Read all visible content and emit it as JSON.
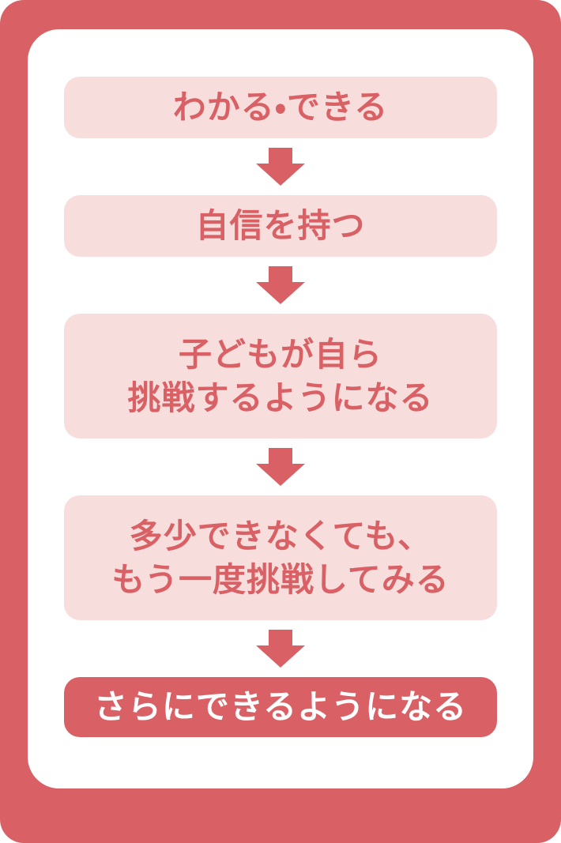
{
  "colors": {
    "accent": "#D96165",
    "step_bg": "#F7DEDD",
    "step_text": "#D96165",
    "final_text": "#FFFFFF"
  },
  "flow": {
    "steps": [
      {
        "lines": [
          "わかる・できる"
        ]
      },
      {
        "lines": [
          "自信を持つ"
        ]
      },
      {
        "lines": [
          "子どもが自ら",
          "挑戦するようになる"
        ]
      },
      {
        "lines": [
          "多少できなくても、",
          "もう一度挑戦してみる"
        ]
      },
      {
        "lines": [
          "さらにできるようになる"
        ],
        "emphasis": true
      }
    ]
  }
}
